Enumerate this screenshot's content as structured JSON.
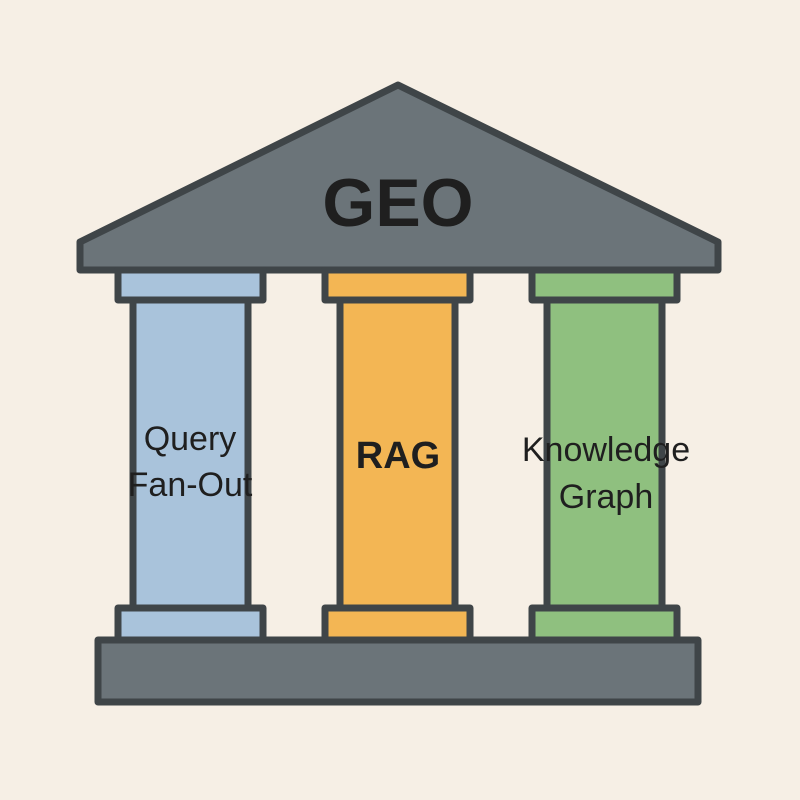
{
  "diagram": {
    "title": "GEO",
    "colors": {
      "background": "#f6efe5",
      "structure": "#6b7479",
      "outline": "#3f4548",
      "pillar_left": "#a9c3db",
      "pillar_middle": "#f3b654",
      "pillar_right": "#8fc07f"
    },
    "pillars": [
      {
        "lines": [
          "Query",
          "Fan-Out"
        ]
      },
      {
        "lines": [
          "RAG"
        ]
      },
      {
        "lines": [
          "Knowledge",
          "Graph"
        ]
      }
    ]
  }
}
